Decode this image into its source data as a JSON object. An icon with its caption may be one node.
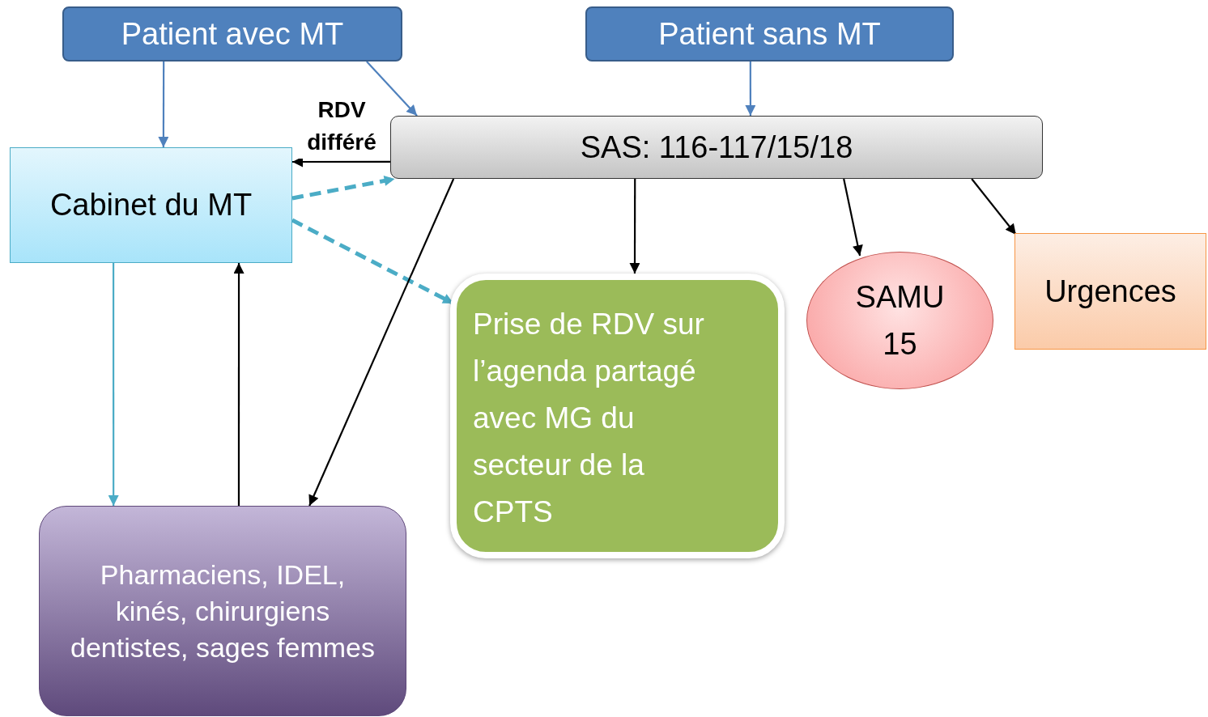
{
  "diagram": {
    "nodes": [
      {
        "text": [
          "Patient avec MT"
        ]
      },
      {
        "text": [
          "Patient sans MT"
        ]
      },
      {
        "text": [
          "SAS: 116-117/15/18"
        ]
      },
      {
        "text": [
          "Cabinet du MT"
        ]
      },
      {
        "text": [
          "Prise de RDV sur l’agenda partagé avec MG du secteur de la CPTS"
        ]
      },
      {
        "text": [
          "SAMU 15"
        ]
      },
      {
        "text": [
          "Urgences"
        ]
      },
      {
        "text": [
          "Pharmaciens, IDEL, kinés, chirurgiens dentistes, sages femmes"
        ]
      }
    ],
    "edges": [
      {
        "from": 0,
        "to": 3,
        "arrow": "to",
        "color": "#4f81bd"
      },
      {
        "from": 0,
        "to": 2,
        "arrow": "to",
        "color": "#4f81bd"
      },
      {
        "from": 1,
        "to": 2,
        "arrow": "to",
        "color": "#4f81bd"
      },
      {
        "from": 2,
        "to": 3,
        "arrow": "to",
        "label": "RDV différé"
      },
      {
        "from": 3,
        "to": 2,
        "arrow": "to",
        "style": "dashed",
        "color": "#4bacc6"
      },
      {
        "from": 3,
        "to": 4,
        "arrow": "to",
        "style": "dashed",
        "color": "#4bacc6"
      },
      {
        "from": 2,
        "to": 7,
        "arrow": "to"
      },
      {
        "from": 2,
        "to": 4,
        "arrow": "to"
      },
      {
        "from": 2,
        "to": 5,
        "arrow": "to"
      },
      {
        "from": 2,
        "to": 6,
        "arrow": "to"
      },
      {
        "from": 3,
        "to": 7,
        "arrow": "to",
        "color": "#4bacc6"
      },
      {
        "from": 7,
        "to": 3,
        "arrow": "to"
      }
    ]
  }
}
